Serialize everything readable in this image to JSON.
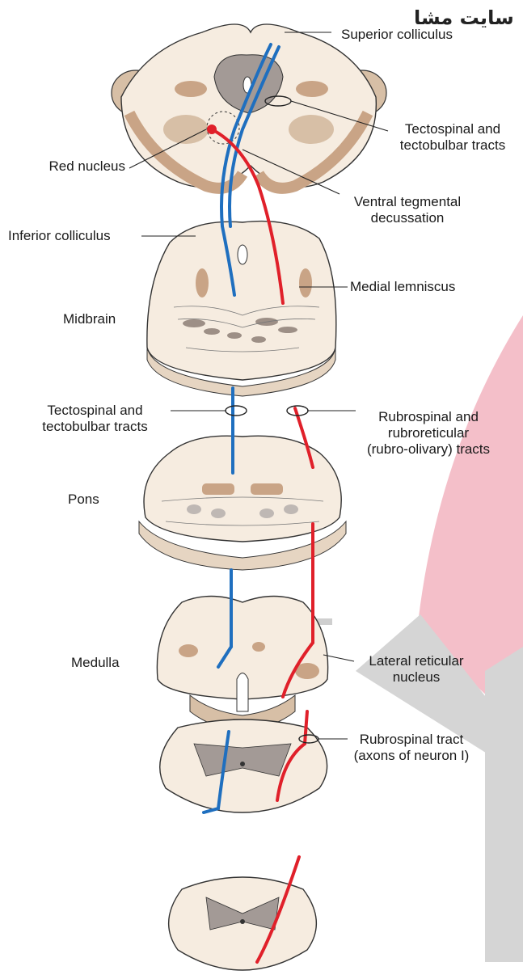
{
  "watermark": {
    "text": "سایت مشا"
  },
  "labels": {
    "superior_colliculus": "Superior colliculus",
    "tectospinal_top_1": "Tectospinal and",
    "tectospinal_top_2": "tectobulbar tracts",
    "red_nucleus": "Red nucleus",
    "ventral_tegmental_1": "Ventral tegmental",
    "ventral_tegmental_2": "decussation",
    "inferior_colliculus": "Inferior colliculus",
    "medial_lemniscus": "Medial lemniscus",
    "midbrain": "Midbrain",
    "tectospinal_mid_1": "Tectospinal and",
    "tectospinal_mid_2": "tectobulbar tracts",
    "rubrospinal_rr_1": "Rubrospinal and",
    "rubrospinal_rr_2": "rubroreticular",
    "rubrospinal_rr_3": "(rubro-olivary) tracts",
    "pons": "Pons",
    "medulla": "Medulla",
    "lateral_reticular_1": "Lateral reticular",
    "lateral_reticular_2": "nucleus",
    "rubrospinal_tract_1": "Rubrospinal tract",
    "rubrospinal_tract_2": "(axons of neuron I)"
  },
  "colors": {
    "tectospinal_pathway": "#1f6fbf",
    "rubrospinal_pathway": "#e0202a",
    "tissue": "#f6ece0",
    "tissue_edge": "#c8a688",
    "nucleus": "#c9a486",
    "gray_matter": "#a39a96",
    "watermark_circle": "#f2b4c0",
    "watermark_bar": "#cfcfcf"
  }
}
